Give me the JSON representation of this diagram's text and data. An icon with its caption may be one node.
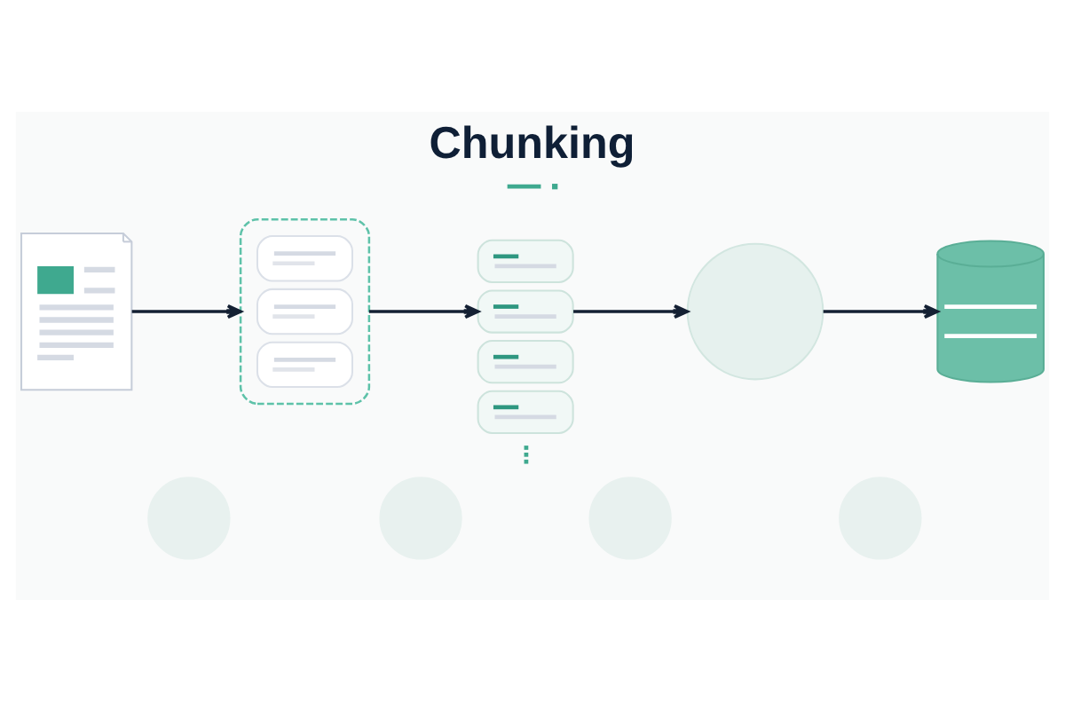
{
  "diagram": {
    "title": "Chunking",
    "nodes": [
      {
        "text": [],
        "shape": "document"
      },
      {
        "text": [],
        "shape": "box"
      },
      {
        "text": [],
        "shape": "box",
        "in": 1
      },
      {
        "text": [],
        "shape": "box",
        "in": 1
      },
      {
        "text": [],
        "shape": "box",
        "in": 1
      },
      {
        "text": [],
        "shape": "box"
      },
      {
        "text": [],
        "shape": "box"
      },
      {
        "text": [],
        "shape": "box"
      },
      {
        "text": [],
        "shape": "box"
      },
      {
        "text": [],
        "shape": "circle"
      },
      {
        "text": [],
        "shape": "cylinder"
      },
      {
        "text": [],
        "shape": "circle"
      },
      {
        "text": [],
        "shape": "circle"
      },
      {
        "text": [],
        "shape": "circle"
      },
      {
        "text": [],
        "shape": "circle"
      }
    ],
    "edges": [
      {
        "from": 0,
        "to": 1,
        "arrow": "to"
      },
      {
        "from": 1,
        "to": 6,
        "arrow": "to"
      },
      {
        "from": 6,
        "to": 9,
        "arrow": "to"
      },
      {
        "from": 9,
        "to": 10,
        "arrow": "to"
      }
    ]
  }
}
